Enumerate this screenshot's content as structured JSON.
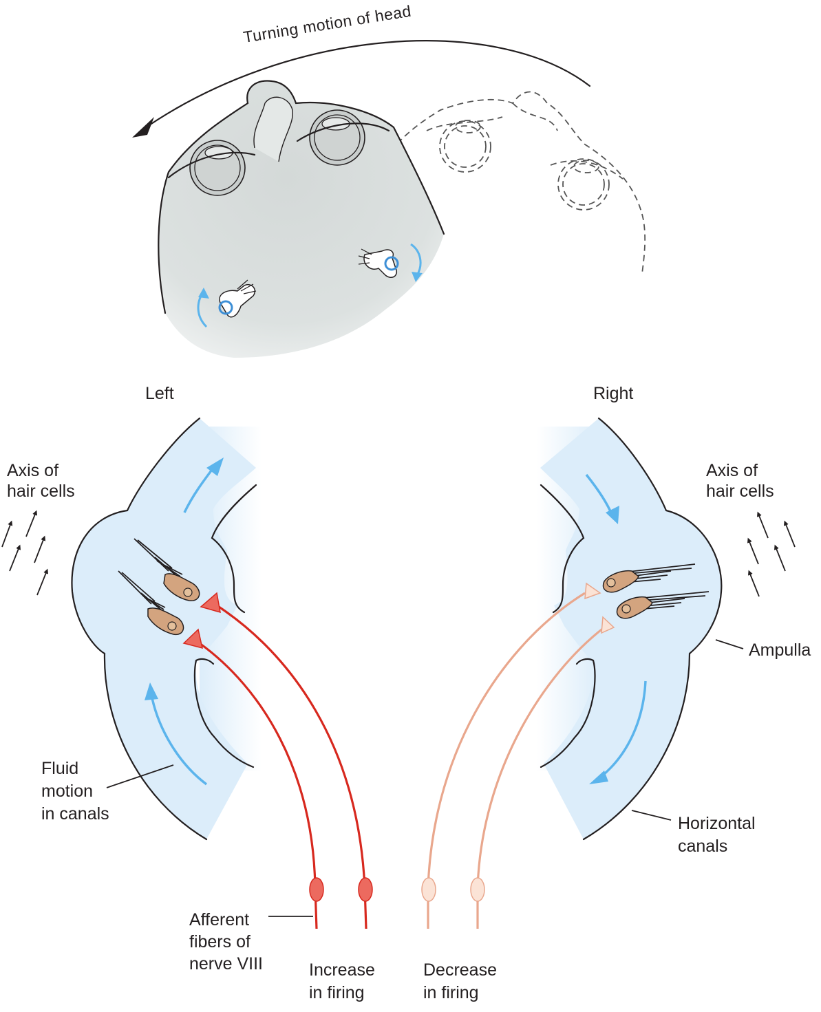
{
  "labels": {
    "turning_motion": "Turning motion of head",
    "left": "Left",
    "right": "Right",
    "axis_left_1": "Axis of",
    "axis_left_2": "hair cells",
    "axis_right_1": "Axis of",
    "axis_right_2": "hair cells",
    "ampulla": "Ampulla",
    "fluid_1": "Fluid",
    "fluid_2": "motion",
    "fluid_3": "in canals",
    "horizontal_1": "Horizontal",
    "horizontal_2": "canals",
    "afferent_1": "Afferent",
    "afferent_2": "fibers of",
    "afferent_3": "nerve VIII",
    "increase_1": "Increase",
    "increase_2": "in firing",
    "decrease_1": "Decrease",
    "decrease_2": "in firing"
  },
  "colors": {
    "canal_fill": "#dcedfa",
    "flow_arrow": "#5bb4ec",
    "nerve_increase": "#d7281e",
    "nerve_decrease": "#e9a78d",
    "hair_cell": "#d3a47f",
    "head_fill": "#dadedd",
    "outline": "#231f20"
  }
}
